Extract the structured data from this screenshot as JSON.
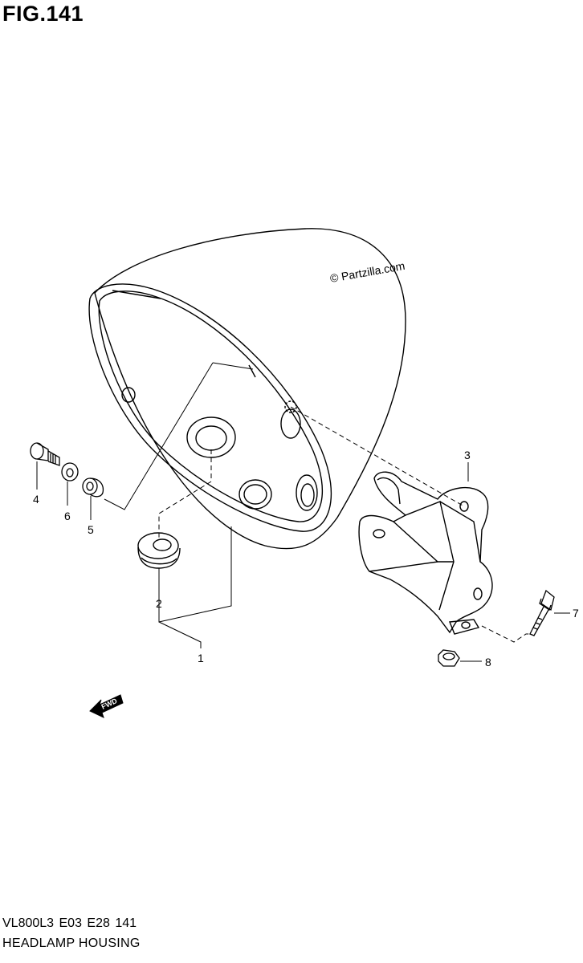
{
  "figure": {
    "title": "FIG.141",
    "watermark": "© Partzilla.com",
    "direction_mark": "FWD"
  },
  "parts": [
    {
      "callout": "1"
    },
    {
      "callout": "2"
    },
    {
      "callout": "3"
    },
    {
      "callout": "4"
    },
    {
      "callout": "5"
    },
    {
      "callout": "6"
    },
    {
      "callout": "7"
    },
    {
      "callout": "8"
    }
  ],
  "footer": {
    "model_code": "VL800L3  E03  E28  141",
    "section_name": "HEADLAMP HOUSING"
  }
}
